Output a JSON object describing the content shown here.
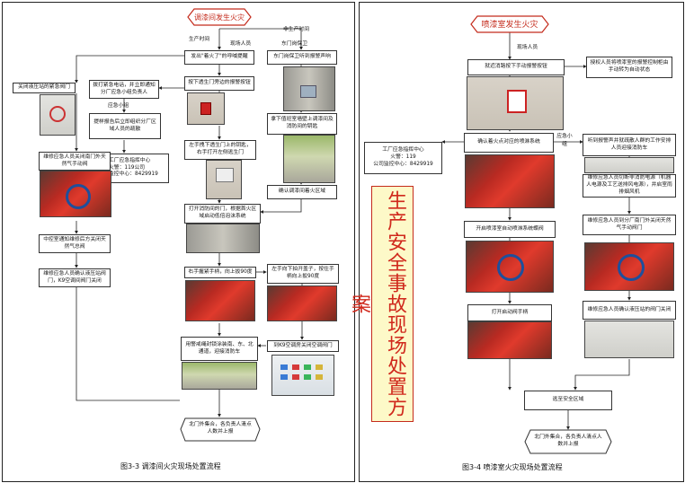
{
  "left": {
    "start": "调漆间发生火灾",
    "labels": {
      "production_time": "生产时间",
      "non_production_time": "非生产时间",
      "on_site": "现场人员",
      "north_gate": "东门岗保卫",
      "response_group": "应急小组"
    },
    "boxes": {
      "shout": "发出\"着火了\"的呼喊提醒",
      "call_leader": "拨打紧急电话，并立即通知分厂应急小组负责人",
      "press_alarm": "按下透生门旁边的报警按钮",
      "east_alarm": "东门岗保卫听到报警声响",
      "close_valve": "关闭液压站的紧急阀门",
      "report_evac": "提样报告后立即组织分厂区域人员的疏散",
      "take_key": "拿下值班室墙壁上调漆间及消防间的钥匙",
      "plant_center": "工厂应急指挥中心\n火警：119公司\n监控中心：8429919",
      "close_gas": "维修应急人员关闭南门外天然气手动阀",
      "key_turn": "左手拽下透生门上的钥匙，右手打开左侧逃生门",
      "confirm_area": "确认调漆间着火区域",
      "cut_gas": "中控室通知维修后方关闭天然气总阀",
      "open_door": "打开消防间的门，根据首火区域启动低倍泡沫系统",
      "k9_confirm": "维修应急人员确认液压站阀门，K9空调间阀门关闭",
      "right_handle": "右手握紧手柄，向上扳90度",
      "left_handle": "左手向下拍开盖子，按住手柄向上扳90度",
      "guard": "用警戒绳封锁涂装南、东、北通道，迎接消防车",
      "close_k9": "到K9空调房关闭空调阀门",
      "assemble": "北门外集合，各负责人清点人数并上报"
    },
    "caption": "图3-3 调漆间火灾现场处置流程"
  },
  "right": {
    "start": "喷漆室发生火灾",
    "labels": {
      "on_site": "现场人员",
      "response_group": "应急小组"
    },
    "boxes": {
      "press_alarm": "就近消路按下手动报警按钮",
      "authorize": "授权人员将喷漆室的报警控制柜由手动转为自动状态",
      "plant_center": "工厂应急指挥中心\n火警：119\n公司监控中心：8429919",
      "confirm": "确认着火点对应的喷淋系统",
      "hear_alarm": "听到报警声并就疏散人群的工作安排人员迎接消防车",
      "cut_power": "维修应急人员切断非消防电源（机器人电源及工艺送排风电源），并启室雨排烟风机",
      "open_valve": "开启喷漆室自动喷淋系统蝶阀",
      "close_gas": "维修应急人员到分厂南门外关闭天然气手动阀门",
      "start_handle": "打开启动阀手柄",
      "hydraulic": "维修应急人员确认液压站的阀门关闭",
      "safe_area": "逃至安全区域",
      "assemble": "北门外集合，各负责人清点人数并上报"
    },
    "caption": "图3-4 喷漆室火灾现场处置流程"
  },
  "side_title": "生产安全事故现场处置方案",
  "colors": {
    "start_border": "#c42b1c",
    "start_text": "#c42b1c",
    "side_title_text": "#d0281c",
    "side_title_bg": "#fdf9c8"
  }
}
